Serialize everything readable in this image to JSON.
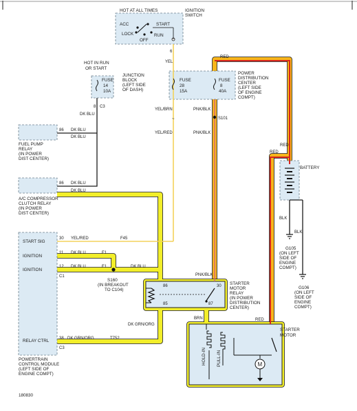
{
  "ignition_switch": {
    "hot_label": "HOT AT ALL TIMES",
    "name_line1": "IGNITION",
    "name_line2": "SWITCH",
    "pos_acc": "ACC",
    "pos_start": "START",
    "pos_lock": "LOCK",
    "pos_run": "RUN",
    "pos_off": "OFF",
    "pin": "6",
    "wire": "YEL"
  },
  "junction_block": {
    "hot_line1": "HOT IN RUN",
    "hot_line2": "OR START",
    "fuse_word": "FUSE",
    "fuse_num": "14",
    "fuse_amp": "10A",
    "name_line1": "JUNCTION",
    "name_line2": "BLOCK",
    "name_line3": "(LEFT SIDE",
    "name_line4": "OF DASH)",
    "pin": "8",
    "connector": "C3",
    "wire": "DK BLU"
  },
  "fuse28": {
    "fuse_word": "FUSE",
    "fuse_num": "28",
    "fuse_amp": "15A",
    "wire_out": "YEL/BRN",
    "wire_after": "YEL/RED"
  },
  "pdc": {
    "wire_in": "RED",
    "fuse_word": "FUSE",
    "fuse_num": "8",
    "fuse_amp": "40A",
    "name_line1": "POWER",
    "name_line2": "DISTRIBUTION",
    "name_line3": "CENTER",
    "name_line4": "(LEFT SIDE",
    "name_line5": "OF ENGINE",
    "name_line6": "COMPT)",
    "wire_out": "PNK/BLK",
    "splice": "S101",
    "wire_after": "PNK/BLK"
  },
  "fuel_pump_relay": {
    "pin": "86",
    "wire1": "DK BLU",
    "wire2": "DK BLU",
    "name_line1": "FUEL PUMP",
    "name_line2": "RELAY",
    "name_line3": "(IN POWER",
    "name_line4": "DIST CENTER)"
  },
  "ac_relay": {
    "pin": "86",
    "wire1": "DK BLU",
    "wire2": "DK BLU",
    "name_line1": "A/C COMPRESSOR",
    "name_line2": "CLUTCH RELAY",
    "name_line3": "(IN POWER",
    "name_line4": "DIST CENTER)"
  },
  "pcm": {
    "start_sig_label": "START SIG",
    "start_sig_pin": "30",
    "start_sig_wire": "YEL/RED",
    "start_sig_circuit": "F45",
    "ign1_label": "IGNITION",
    "ign1_pin": "11",
    "ign1_wire": "DK BLU",
    "ign1_circuit": "F1",
    "ign2_label": "IGNITION",
    "ign2_pin": "12",
    "ign2_wire": "DK BLU",
    "ign2_circuit": "F1",
    "c1": "C1",
    "relay_ctrl_label": "RELAY CTRL",
    "relay_ctrl_pin": "38",
    "relay_ctrl_wire": "DK GRN/ORG",
    "relay_ctrl_circuit": "T752",
    "c3": "C3",
    "name_line1": "POWERTRAIN",
    "name_line2": "CONTROL MODULE",
    "name_line3": "(LEFT SIDE OF",
    "name_line4": "ENGINE COMPT)"
  },
  "s160": {
    "wire": "DK BLU",
    "name_line1": "S160",
    "name_line2": "(IN BREAKOUT",
    "name_line3": "TO C104)"
  },
  "starter_relay": {
    "pin86": "86",
    "pin85": "85",
    "pin30": "30",
    "pin87": "87",
    "wire85": "DK GRN/ORG",
    "wire30": "PNK/BLK",
    "wire87": "BRN",
    "name_line1": "STARTER",
    "name_line2": "MOTOR",
    "name_line3": "RELAY",
    "name_line4": "(IN POWER",
    "name_line5": "DISTRIBUTION",
    "name_line6": "CENTER)"
  },
  "battery": {
    "label": "BATTERY",
    "wire_top": "RED",
    "wire_side": "RED",
    "wire_gnd1": "BLK",
    "wire_gnd2": "BLK",
    "g105_line1": "G105",
    "g105_line2": "(ON LEFT",
    "g105_line3": "SIDE OF",
    "g105_line4": "ENGINE",
    "g105_line5": "COMPT)",
    "g106_line1": "G106",
    "g106_line2": "(ON LEFT",
    "g106_line3": "SIDE OF",
    "g106_line4": "ENGINE",
    "g106_line5": "COMPT)"
  },
  "starter_motor": {
    "wire_red": "RED",
    "name_line1": "STARTER",
    "name_line2": "MOTOR",
    "hold_in": "HOLD-IN",
    "pull_in": "PULL-IN",
    "motor_symbol": "M"
  },
  "footer": {
    "figure_number": "180830"
  },
  "colors": {
    "highlight_yellow": "#f2ee2a",
    "highlight_orange": "#f7b51a",
    "wire_red": "#d7261e",
    "component_fill": "#dceaf4"
  }
}
